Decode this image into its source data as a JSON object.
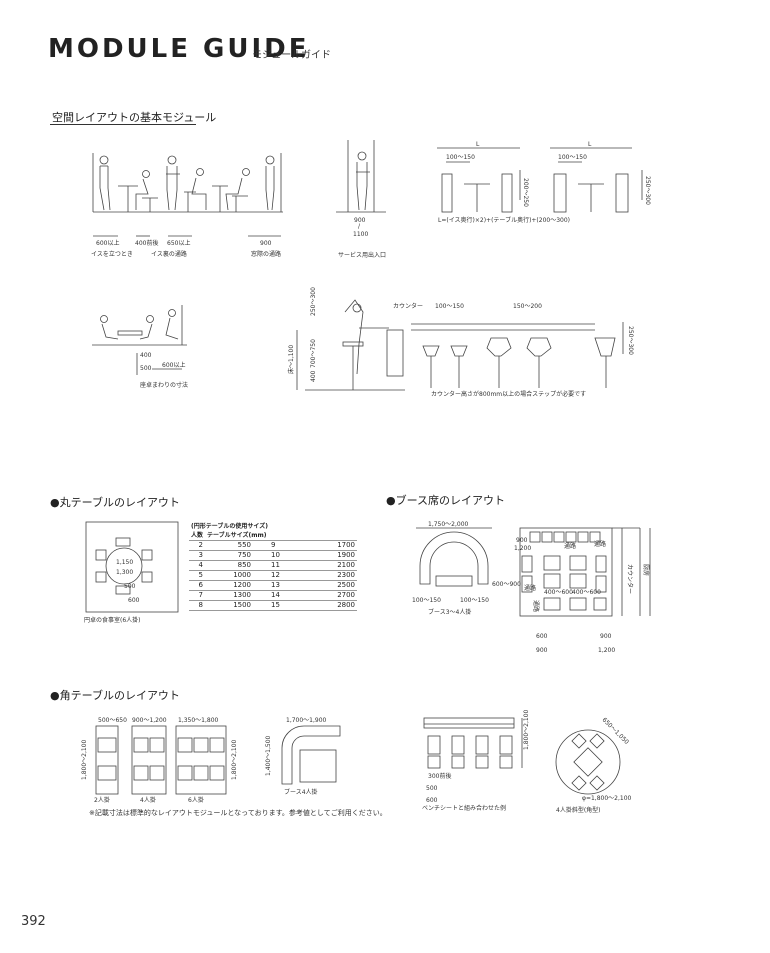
{
  "header": {
    "title": "MODULE GUIDE",
    "subtitle": "モジュールガイド"
  },
  "section1": {
    "heading": "空間レイアウトの基本モジュール",
    "dims_row1": {
      "d600": "600以上",
      "d400": "400前後",
      "d650": "650以上",
      "d900": "900",
      "d900b": "900",
      "d1100": "1100",
      "d100_150": "100〜150",
      "d200_250": "200〜250",
      "d250_300": "250〜300",
      "L": "L",
      "formula": "L=(イス奥行)×2)+(テーブル奥行)+(200〜300)"
    },
    "captions_row1": {
      "chair_stand": "イスを立つとき",
      "chair_pass": "イス裏の通路",
      "window_pass": "窓際の通路",
      "service": "サービス用出入口"
    },
    "dims_row2": {
      "d400": "400",
      "d500": "500",
      "d600": "600以上",
      "counter": "カウンター",
      "d100_150": "100〜150",
      "d150_200": "150〜200",
      "d250_300": "250〜300",
      "d700_750": "700〜750",
      "d400b": "400",
      "d1100": "床〜1,100",
      "d250_300b": "250〜300"
    },
    "captions_row2": {
      "zaku": "座卓まわりの寸法",
      "counter_note": "カウンター高さが800mm以上の場合ステップが必要です"
    }
  },
  "round": {
    "heading": "●丸テーブルのレイアウト",
    "dims": {
      "d1150": "1,150",
      "d1300": "1,300",
      "d500": "500",
      "d600": "600"
    },
    "caption": "円卓の食事室(6人掛)",
    "table": {
      "title": "(円形テーブルの使用サイズ)",
      "col1": "人数",
      "col2": "テーブルサイズ(mm)",
      "rows": [
        [
          "2",
          "550",
          "9",
          "1700"
        ],
        [
          "3",
          "750",
          "10",
          "1900"
        ],
        [
          "4",
          "850",
          "11",
          "2100"
        ],
        [
          "5",
          "1000",
          "12",
          "2300"
        ],
        [
          "6",
          "1200",
          "13",
          "2500"
        ],
        [
          "7",
          "1300",
          "14",
          "2700"
        ],
        [
          "8",
          "1500",
          "15",
          "2800"
        ]
      ]
    }
  },
  "booth": {
    "heading": "●ブース席のレイアウト",
    "dims": {
      "d1750": "1,750〜2,000",
      "d100a": "100〜150",
      "d100b": "100〜150",
      "d900": "900",
      "d1200": "1,200",
      "d600_900": "600〜900",
      "d400a": "400〜600",
      "d400b": "400〜600",
      "d600b": "600",
      "d900b": "900",
      "d900c": "900",
      "d1200b": "1,200"
    },
    "labels": {
      "aisle1": "通路",
      "aisle2": "通路",
      "aisle3": "通路",
      "aisle4": "通路",
      "counter": "カウンター",
      "kitchen": "厨房"
    },
    "caption": "ブース3〜4人掛"
  },
  "square": {
    "heading": "●角テーブルのレイアウト",
    "dims": {
      "d500_650": "500〜650",
      "d900_1200": "900〜1,200",
      "d1350": "1,350〜1,800",
      "d1800a": "1,800〜2,100",
      "d1800b": "1,800〜2,100",
      "d1700": "1,700〜1,900",
      "d1400": "1,400〜1,500",
      "d300": "300前後",
      "d500": "500",
      "d600": "600",
      "d1800c": "1,800〜2,100",
      "dphi": "φ=1,800〜2,100",
      "d650": "650〜1,050"
    },
    "captions": {
      "two": "2人掛",
      "four": "4人掛",
      "six": "6人掛",
      "booth4": "ブース4人掛",
      "bench": "ベンチシートと組み合わせた例",
      "diag": "4人掛斜型(角型)"
    },
    "note": "※記載寸法は標準的なレイアウトモジュールとなっております。参考値としてご利用ください。"
  },
  "page": {
    "number": "392"
  }
}
